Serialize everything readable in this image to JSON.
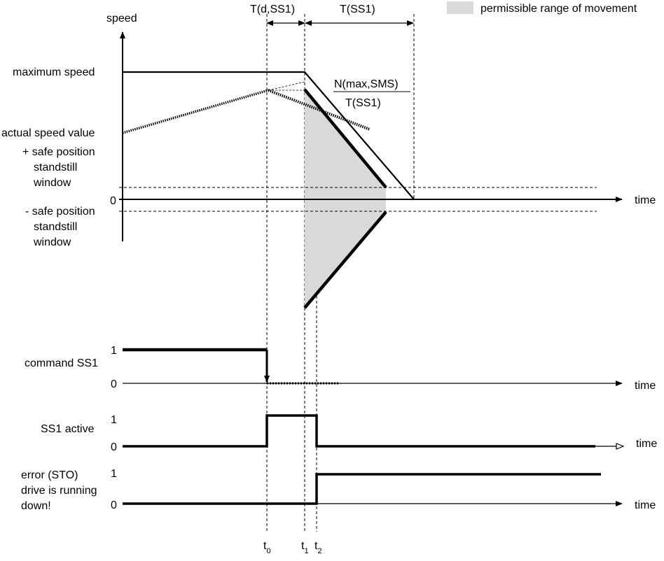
{
  "legend": {
    "label": "permissible range of movement",
    "fill_color": "#d9d9d9"
  },
  "intervals": {
    "delay": "T(d,SS1)",
    "ramp": "T(SS1)"
  },
  "ramp_formula": {
    "numerator": "N(max,SMS)",
    "denominator": "T(SS1)"
  },
  "speed_plot": {
    "y_axis_label": "speed",
    "x_axis_label": "time",
    "zero_label": "0",
    "max_speed_label": "maximum speed",
    "actual_speed_label": "actual speed value",
    "plus_window_label": [
      "+ safe position",
      "standstill",
      "window"
    ],
    "minus_window_label": [
      "- safe position",
      "standstill",
      "window"
    ]
  },
  "signals": {
    "command": {
      "label": "command SS1",
      "high": "1",
      "low": "0",
      "axis_label": "time"
    },
    "active": {
      "label": "SS1 active",
      "high": "1",
      "low": "0",
      "axis_label": "time"
    },
    "error": {
      "label": [
        "error (STO)",
        "drive is running",
        "down!"
      ],
      "high": "1",
      "low": "0",
      "axis_label": "time"
    }
  },
  "time_markers": [
    {
      "base": "t",
      "sub": "0"
    },
    {
      "base": "t",
      "sub": "1"
    },
    {
      "base": "t",
      "sub": "2"
    }
  ]
}
